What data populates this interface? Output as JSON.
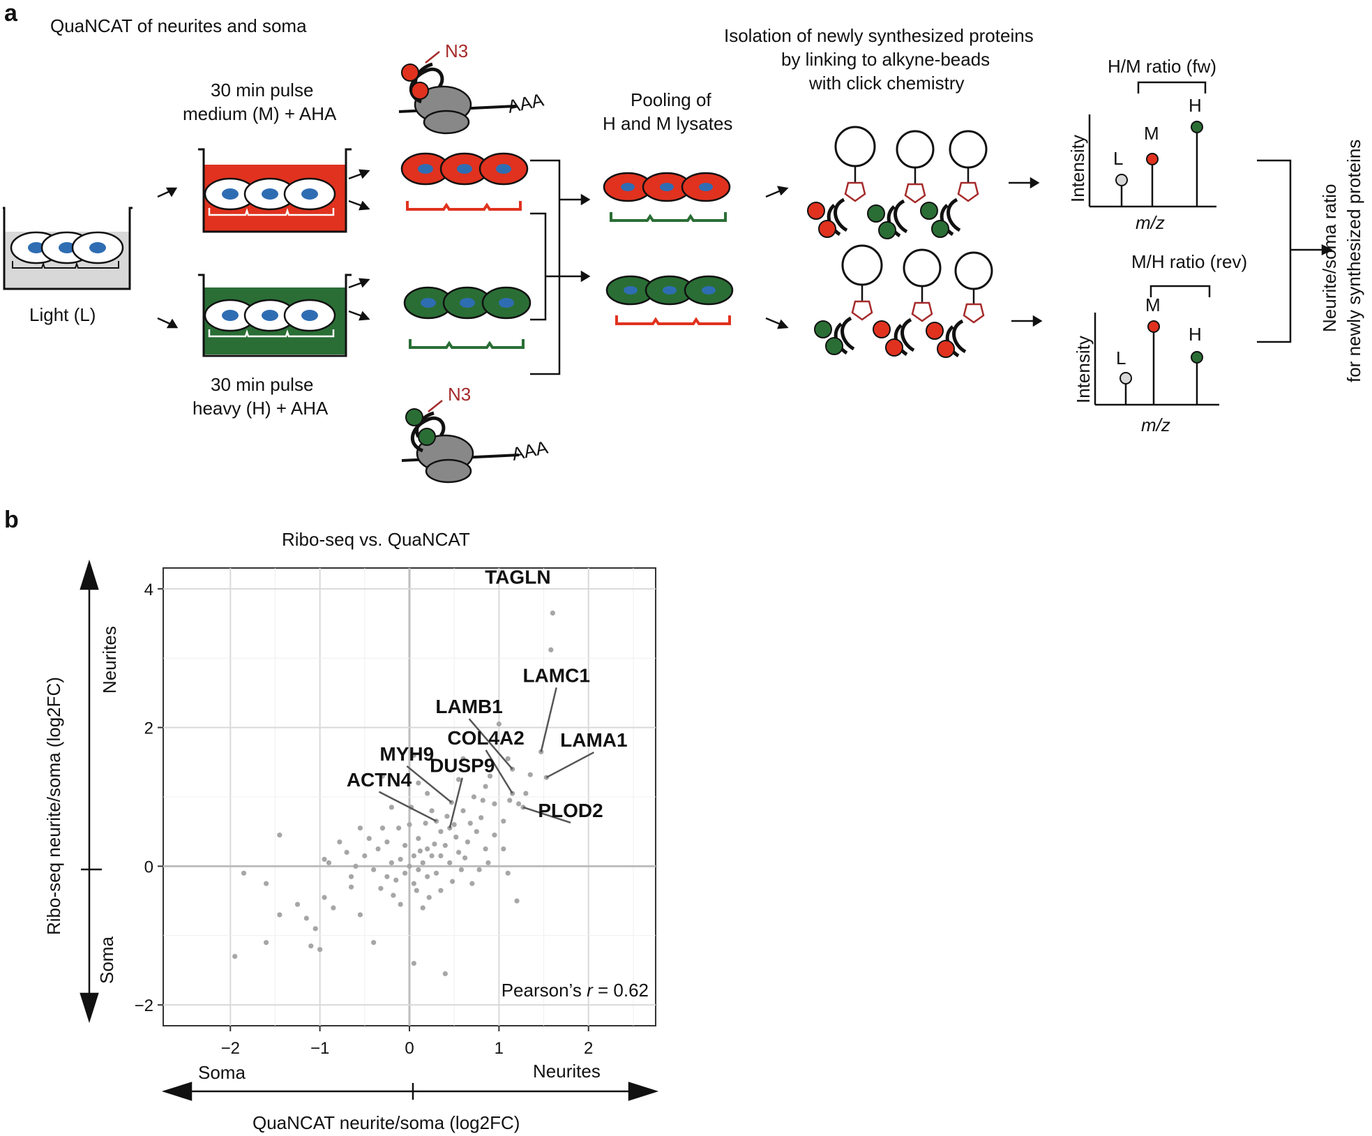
{
  "panel_a": {
    "label": "a",
    "title": "QuaNCAT of neurites and soma",
    "light": "Light (L)",
    "medium_pulse": [
      "30 min pulse",
      "medium (M) + AHA"
    ],
    "heavy_pulse": [
      "30 min pulse",
      "heavy (H) + AHA"
    ],
    "azide_top": "N3",
    "azide_bottom": "N3",
    "polyA_top": "AAA",
    "polyA_bottom": "AAA",
    "pooling": [
      "Pooling of",
      "H and M lysates"
    ],
    "isolation": [
      "Isolation of newly synthesized proteins",
      "by linking to alkyne-beads",
      "with click chemistry"
    ],
    "fw_ratio": "H/M ratio (fw)",
    "rev_ratio": "M/H ratio (rev)",
    "intensity": "Intensity",
    "mz": "m/z",
    "peak_L": "L",
    "peak_M": "M",
    "peak_H": "H",
    "final": [
      "Neurite/soma ratio",
      "for newly synthesized proteins"
    ],
    "colors": {
      "medium": "#e0321f",
      "heavy": "#2a6e35",
      "light_bath": "#d8d8d8",
      "nucleus": "#2f6db3",
      "azide": "#a52a2a"
    }
  },
  "panel_b": {
    "label": "b",
    "title": "Ribo-seq vs. QuaNCAT",
    "xlabel": "QuaNCAT neurite/soma (log2FC)",
    "ylabel": "Ribo-seq neurite/soma (log2FC)",
    "x_left": "Soma",
    "x_right": "Neurites",
    "y_top": "Neurites",
    "y_bottom": "Soma",
    "pearson_prefix": "Pearson’s ",
    "pearson_r": "r",
    "pearson_value": " = 0.62"
  },
  "chart_data": {
    "type": "scatter",
    "title": "Ribo-seq vs. QuaNCAT",
    "xlabel": "QuaNCAT neurite/soma (log2FC)",
    "ylabel": "Ribo-seq neurite/soma (log2FC)",
    "xlim": [
      -2.75,
      2.75
    ],
    "ylim": [
      -2.3,
      4.3
    ],
    "xticks": [
      -2,
      -1,
      0,
      1,
      2
    ],
    "yticks": [
      -2,
      0,
      2,
      4
    ],
    "xtick_labels": [
      "−2",
      "−1",
      "0",
      "1",
      "2"
    ],
    "ytick_labels": [
      "−2",
      "0",
      "2",
      "4"
    ],
    "grid": true,
    "point_color": "#a6a6a6",
    "annotations": [
      {
        "text": "TAGLN",
        "x": 1.6,
        "y": 3.65
      },
      {
        "text": "LAMC1",
        "x": 1.47,
        "y": 1.65
      },
      {
        "text": "LAMB1",
        "x": 1.15,
        "y": 1.4
      },
      {
        "text": "LAMA1",
        "x": 1.53,
        "y": 1.28
      },
      {
        "text": "COL4A2",
        "x": 1.15,
        "y": 1.05
      },
      {
        "text": "MYH9",
        "x": 0.47,
        "y": 0.92
      },
      {
        "text": "DUSP9",
        "x": 0.45,
        "y": 0.55
      },
      {
        "text": "ACTN4",
        "x": 0.3,
        "y": 0.65
      },
      {
        "text": "PLOD2",
        "x": 1.27,
        "y": 0.85
      }
    ],
    "pearson_r": 0.62,
    "points": [
      [
        1.6,
        3.65
      ],
      [
        1.58,
        3.12
      ],
      [
        1.47,
        1.65
      ],
      [
        1.15,
        1.4
      ],
      [
        1.53,
        1.28
      ],
      [
        1.15,
        1.05
      ],
      [
        0.47,
        0.92
      ],
      [
        0.45,
        0.55
      ],
      [
        0.3,
        0.65
      ],
      [
        1.27,
        0.85
      ],
      [
        1.0,
        2.05
      ],
      [
        1.1,
        1.55
      ],
      [
        1.35,
        1.32
      ],
      [
        1.3,
        1.05
      ],
      [
        1.22,
        0.9
      ],
      [
        0.9,
        1.3
      ],
      [
        0.85,
        1.15
      ],
      [
        0.72,
        1.0
      ],
      [
        0.6,
        1.55
      ],
      [
        0.55,
        1.25
      ],
      [
        -1.45,
        0.45
      ],
      [
        -1.6,
        -0.25
      ],
      [
        -1.85,
        -0.1
      ],
      [
        -1.95,
        -1.3
      ],
      [
        -1.6,
        -1.1
      ],
      [
        -1.45,
        -0.7
      ],
      [
        -1.25,
        -0.55
      ],
      [
        -1.15,
        -0.75
      ],
      [
        -1.05,
        -0.9
      ],
      [
        -1.0,
        -1.2
      ],
      [
        -1.1,
        -1.15
      ],
      [
        -0.95,
        -0.45
      ],
      [
        -0.85,
        -0.6
      ],
      [
        -0.9,
        0.05
      ],
      [
        -0.95,
        0.1
      ],
      [
        -0.65,
        -0.3
      ],
      [
        -0.55,
        -0.7
      ],
      [
        -0.4,
        -1.1
      ],
      [
        0.05,
        -1.4
      ],
      [
        0.4,
        -1.55
      ],
      [
        1.2,
        -0.5
      ],
      [
        1.1,
        -0.1
      ],
      [
        1.05,
        0.25
      ],
      [
        0.95,
        0.45
      ],
      [
        0.8,
        0.7
      ],
      [
        0.65,
        0.35
      ],
      [
        0.55,
        0.2
      ],
      [
        0.7,
        -0.25
      ],
      [
        0.35,
        -0.35
      ],
      [
        0.15,
        -0.6
      ],
      [
        -0.1,
        -0.55
      ],
      [
        -0.25,
        -0.15
      ],
      [
        -0.35,
        0.25
      ],
      [
        -0.5,
        0.15
      ],
      [
        -0.3,
        0.55
      ],
      [
        -0.2,
        0.85
      ],
      [
        -0.3,
        1.3
      ],
      [
        0.05,
        1.6
      ],
      [
        0.1,
        1.2
      ],
      [
        0.2,
        1.05
      ],
      [
        0.25,
        0.8
      ],
      [
        0.4,
        0.3
      ],
      [
        0.45,
        0.05
      ],
      [
        0.3,
        -0.1
      ],
      [
        0.2,
        0.25
      ],
      [
        0.1,
        0.4
      ],
      [
        0.0,
        0.6
      ],
      [
        -0.05,
        0.3
      ],
      [
        -0.1,
        0.1
      ],
      [
        -0.15,
        -0.2
      ],
      [
        0.05,
        -0.25
      ],
      [
        0.15,
        0.05
      ],
      [
        0.25,
        0.15
      ],
      [
        0.35,
        0.5
      ],
      [
        0.5,
        0.6
      ],
      [
        0.6,
        0.8
      ],
      [
        0.75,
        0.5
      ],
      [
        0.85,
        0.25
      ],
      [
        0.95,
        0.9
      ],
      [
        1.05,
        0.65
      ],
      [
        0.0,
        0.0
      ],
      [
        0.1,
        -0.05
      ],
      [
        -0.2,
        0.05
      ],
      [
        -0.4,
        -0.05
      ],
      [
        -0.6,
        0.0
      ],
      [
        -0.7,
        0.2
      ],
      [
        -0.45,
        0.4
      ],
      [
        0.05,
        0.15
      ],
      [
        0.2,
        -0.15
      ],
      [
        0.35,
        0.15
      ],
      [
        -0.05,
        -0.1
      ],
      [
        0.12,
        0.22
      ],
      [
        0.28,
        0.32
      ],
      [
        0.42,
        0.72
      ],
      [
        0.52,
        0.42
      ],
      [
        0.62,
        0.12
      ],
      [
        0.78,
        -0.05
      ],
      [
        0.88,
        0.05
      ],
      [
        -0.25,
        0.35
      ],
      [
        -0.12,
        0.55
      ],
      [
        0.02,
        0.85
      ],
      [
        0.18,
        0.62
      ],
      [
        -0.32,
        -0.32
      ],
      [
        -0.18,
        -0.42
      ],
      [
        0.08,
        -0.35
      ],
      [
        0.22,
        -0.45
      ],
      [
        0.48,
        -0.22
      ],
      [
        0.58,
        -0.05
      ],
      [
        -0.55,
        0.55
      ],
      [
        -0.65,
        -0.15
      ],
      [
        -0.78,
        0.35
      ],
      [
        0.68,
        0.62
      ],
      [
        0.82,
        0.95
      ],
      [
        1.12,
        0.95
      ]
    ]
  }
}
